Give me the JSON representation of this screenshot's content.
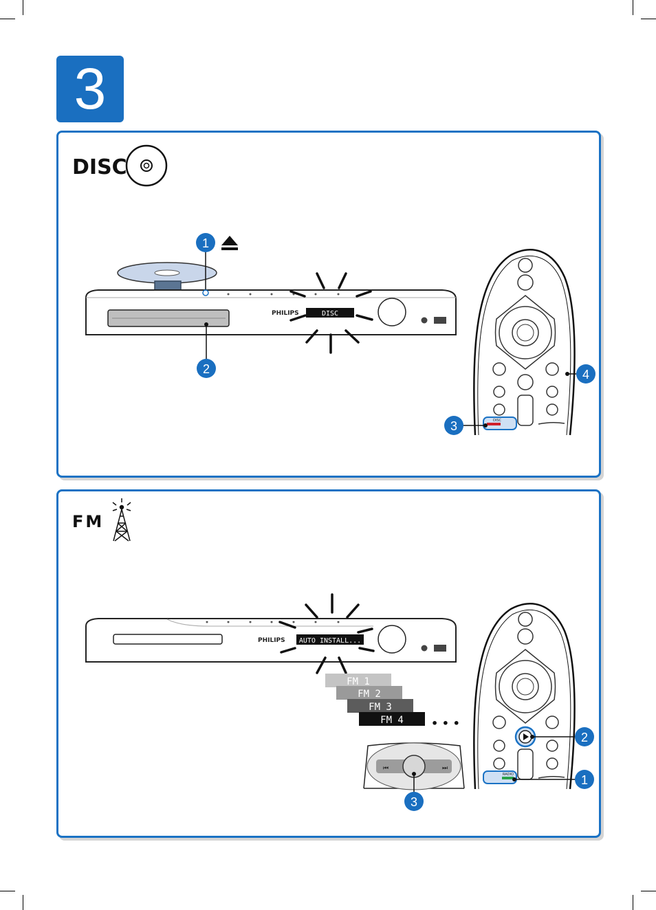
{
  "page": {
    "step_number": "3",
    "accent_color": "#1a72c4"
  },
  "disc_section": {
    "heading": "DISC",
    "icon": "disc-icon",
    "player_brand": "PHILIPS",
    "display_text": "DISC",
    "remote_button_label": "DISC",
    "callouts": [
      "1",
      "2",
      "3",
      "4"
    ],
    "eject_icon": "eject-icon"
  },
  "fm_section": {
    "heading": "FM",
    "icon": "antenna-tower-icon",
    "player_brand": "PHILIPS",
    "display_text": "AUTO INSTALL...",
    "presets": [
      "FM 1",
      "FM 2",
      "FM 3",
      "FM 4"
    ],
    "more_indicator": "• • •",
    "remote_button_label": "RADIO",
    "callouts": [
      "2",
      "1",
      "3"
    ],
    "play_icon": "play-icon"
  }
}
